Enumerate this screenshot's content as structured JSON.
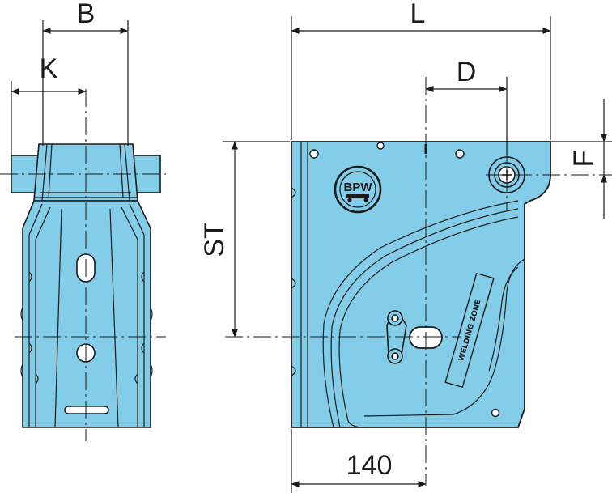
{
  "dimensions": {
    "b": "B",
    "k": "K",
    "l": "L",
    "d": "D",
    "f": "F",
    "st": "ST",
    "width_value": "140"
  },
  "logo": {
    "text": "BPW"
  },
  "weld_zone_stamp": {
    "text": "WELDING ZONE"
  },
  "colors": {
    "part_fill": "#83cde9",
    "line": "#1a1a1a",
    "background": "#ffffff"
  }
}
